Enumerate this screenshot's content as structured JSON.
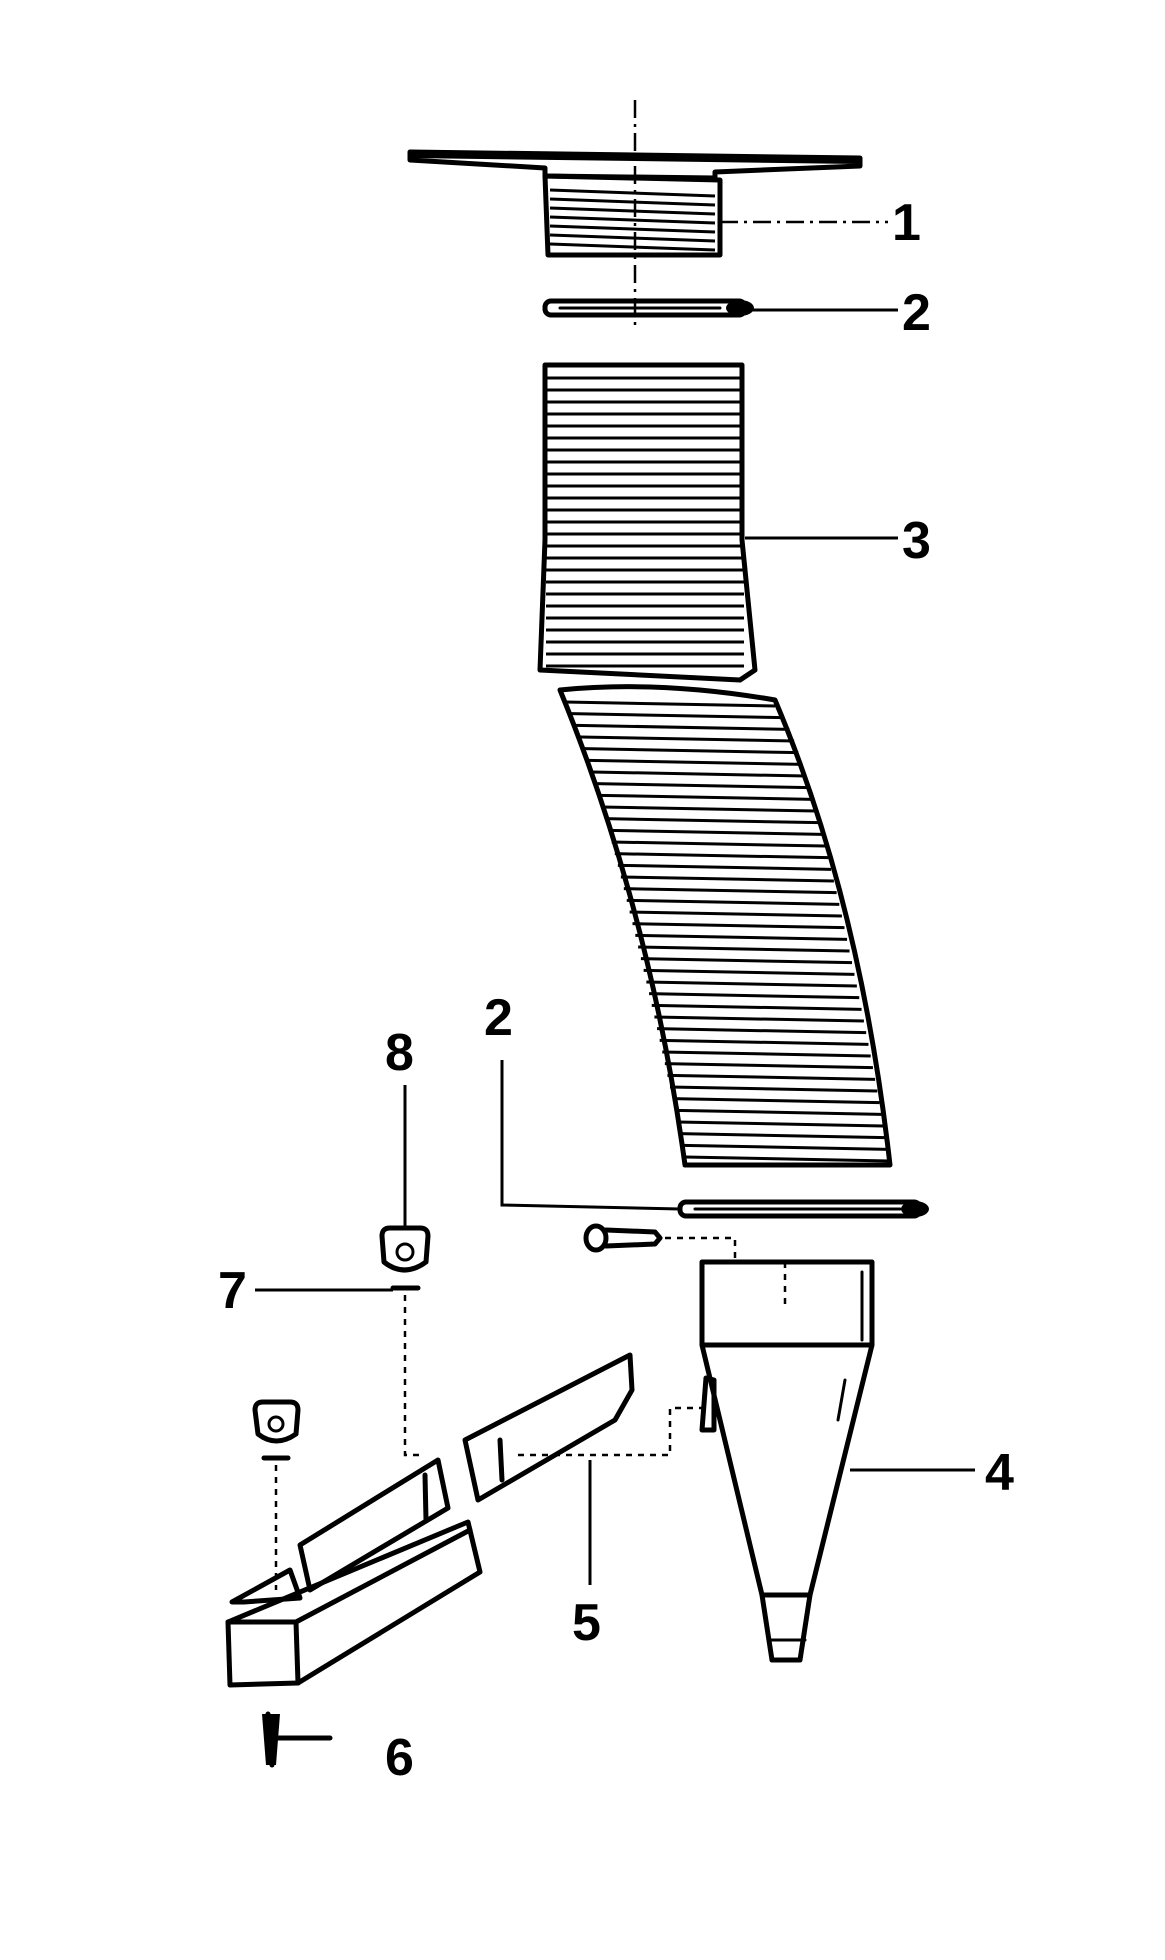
{
  "labels": {
    "part_1": "1",
    "part_2_top": "2",
    "part_3": "3",
    "part_2_side": "2",
    "part_8": "8",
    "part_7": "7",
    "part_4": "4",
    "part_5": "5",
    "part_6": "6"
  }
}
